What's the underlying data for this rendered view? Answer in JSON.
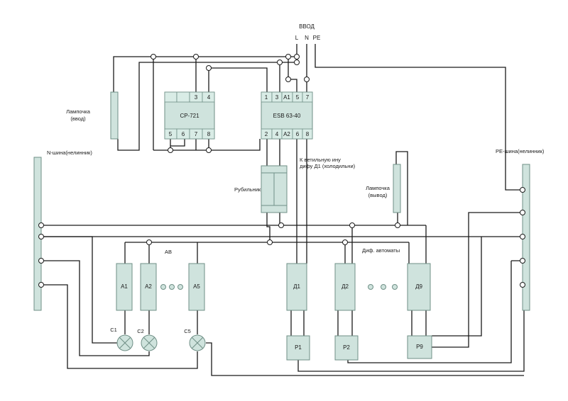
{
  "input": {
    "title": "ВВОД",
    "L": "L",
    "N": "N",
    "PE": "PE"
  },
  "relay": {
    "name": "CP-721",
    "top": [
      "",
      "",
      "3",
      "4"
    ],
    "bottom": [
      "5",
      "6",
      "7",
      "8"
    ]
  },
  "meter": {
    "name": "ESB 63-40",
    "top": [
      "1",
      "3",
      "A1",
      "5",
      "7"
    ],
    "bottom": [
      "2",
      "4",
      "A2",
      "6",
      "8"
    ]
  },
  "labels": {
    "lamp_in": "Лампочка\n(ввод)",
    "lamp_out": "Лампочка\n(вывод)",
    "n_bus": "N-шина(нелинник)",
    "pe_bus": "PE-шина(нелинник)",
    "switch": "Рубильник",
    "d1_note": "К ветильную ину\nдифу Д1 (холодильни)",
    "ab": "АВ",
    "dif": "Диф. автоматы"
  },
  "breakers": [
    "A1",
    "A2",
    "A5"
  ],
  "difs": [
    "Д1",
    "Д2",
    "Д9"
  ],
  "relays_p": [
    "P1",
    "P2",
    "P9"
  ],
  "lamps": [
    "C1",
    "C2",
    "C5"
  ]
}
